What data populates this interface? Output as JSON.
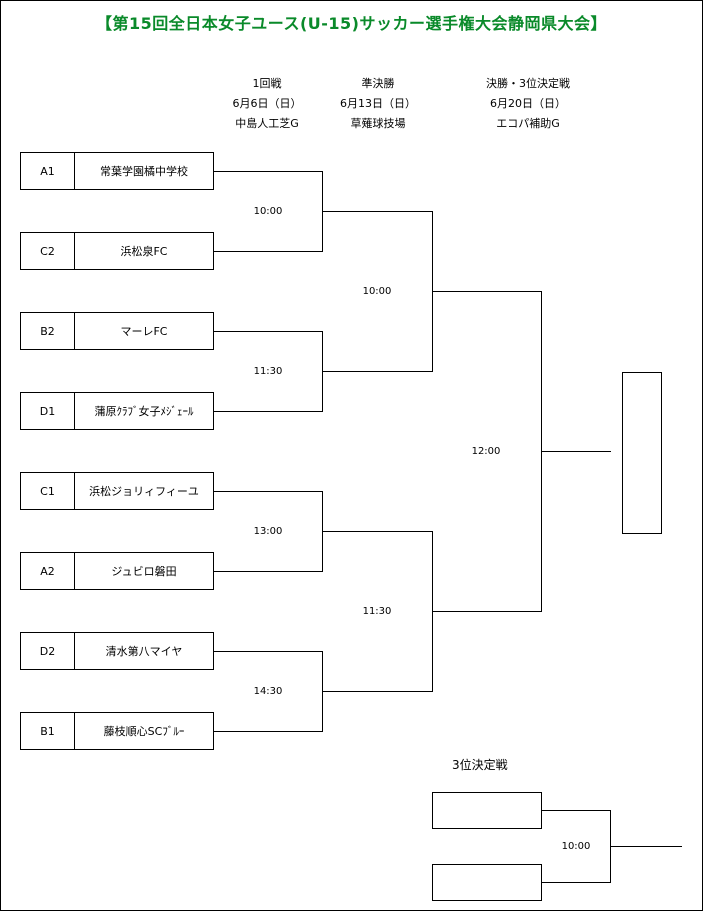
{
  "title": "【第15回全日本女子ユース(U-15)サッカー選手権大会静岡県大会】",
  "rounds": [
    {
      "name": "1回戦",
      "date": "6月6日（日）",
      "venue": "中島人工芝G"
    },
    {
      "name": "準決勝",
      "date": "6月13日（日）",
      "venue": "草薙球技場"
    },
    {
      "name": "決勝・3位決定戦",
      "date": "6月20日（日）",
      "venue": "エコパ補助G"
    }
  ],
  "teams": [
    {
      "seed": "A1",
      "name": "常葉学園橘中学校"
    },
    {
      "seed": "C2",
      "name": "浜松泉FC"
    },
    {
      "seed": "B2",
      "name": "マーレFC"
    },
    {
      "seed": "D1",
      "name": "蒲原ｸﾗﾌﾞ女子ﾒｼﾞｪｰﾙ"
    },
    {
      "seed": "C1",
      "name": "浜松ジョリィフィーユ"
    },
    {
      "seed": "A2",
      "name": "ジュビロ磐田"
    },
    {
      "seed": "D2",
      "name": "清水第八マイヤ"
    },
    {
      "seed": "B1",
      "name": "藤枝順心SCﾌﾞﾙｰ"
    }
  ],
  "times": {
    "r1": [
      "10:00",
      "11:30",
      "13:00",
      "14:30"
    ],
    "sf": [
      "10:00",
      "11:30"
    ],
    "final": "12:00",
    "third": "10:00"
  },
  "third_place_label": "3位決定戦"
}
